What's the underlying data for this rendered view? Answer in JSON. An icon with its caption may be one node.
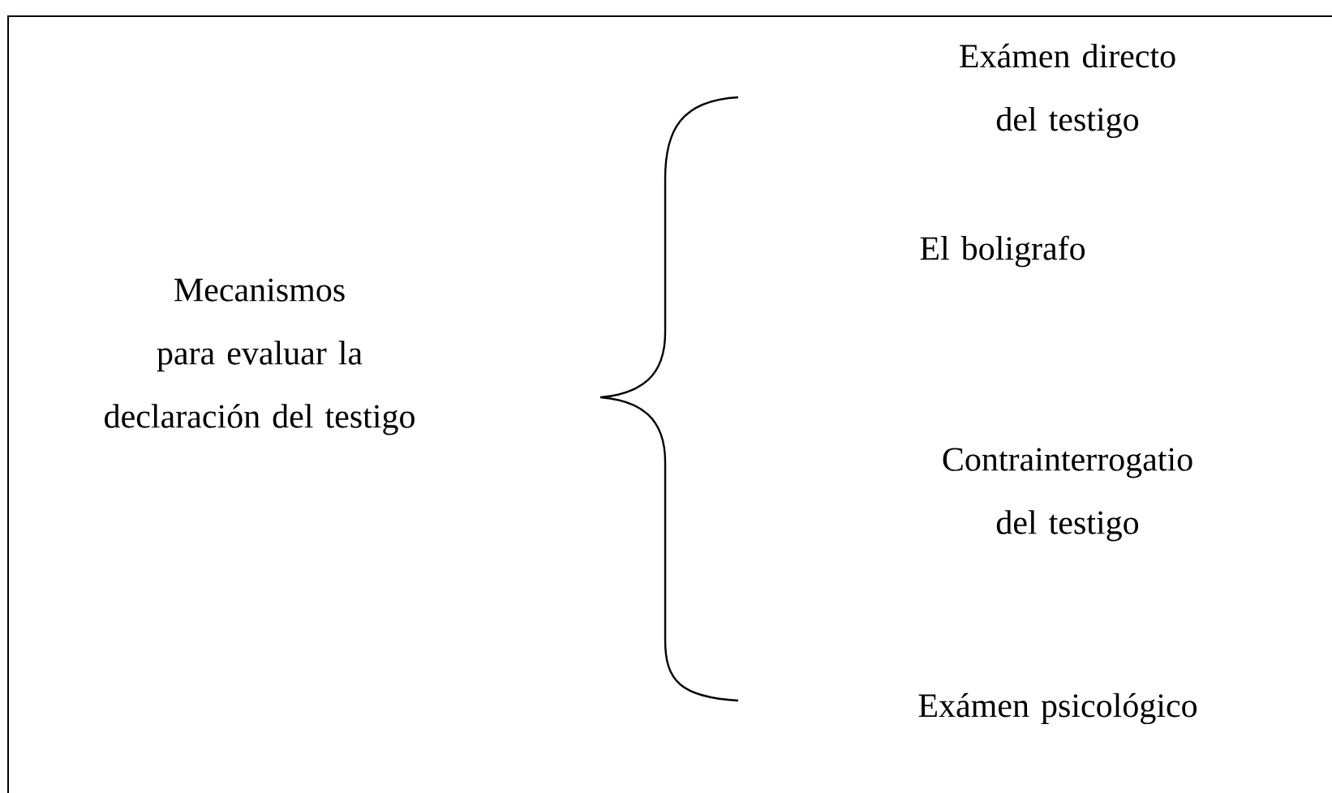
{
  "diagram": {
    "labels": [
      "Exámen directo del testigo",
      "El boligrafo",
      "Mecanismos para evaluar la declaración del testigo",
      "Contrainterrogatio del testigo",
      "Exámen psicológico"
    ]
  }
}
